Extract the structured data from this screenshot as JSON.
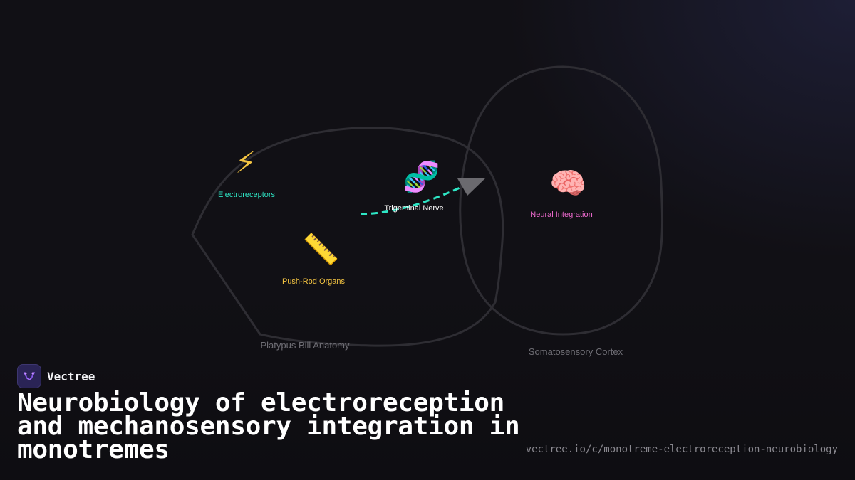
{
  "diagram": {
    "regions": [
      {
        "label": "Platypus Bill Anatomy"
      },
      {
        "label": "Somatosensory Cortex"
      }
    ],
    "nodes": [
      {
        "id": "electroreceptors",
        "icon": "⚡",
        "icon_name": "lightning-icon",
        "label": "Electroreceptors",
        "color": "#2ee6c5"
      },
      {
        "id": "push-rod",
        "icon": "📏",
        "icon_name": "ruler-icon",
        "label": "Push-Rod Organs",
        "color": "#f5c542"
      },
      {
        "id": "trigeminal",
        "icon": "🧬",
        "icon_name": "dna-icon",
        "label": "Trigeminal Nerve",
        "color": "#ffffff"
      },
      {
        "id": "neural",
        "icon": "🧠",
        "icon_name": "brain-icon",
        "label": "Neural Integration",
        "color": "#f06bd0"
      }
    ],
    "edges": [
      {
        "from": "trigeminal",
        "to": "neural",
        "style": "dashed",
        "color": "#2ee6c5"
      }
    ]
  },
  "brand": {
    "name": "Vectree",
    "logo_icon": "vectree-logo-icon",
    "accent": "#2a2456"
  },
  "title": "Neurobiology of electroreception and mechanosensory integration in monotremes",
  "url": "vectree.io/c/monotreme-electroreception-neurobiology"
}
